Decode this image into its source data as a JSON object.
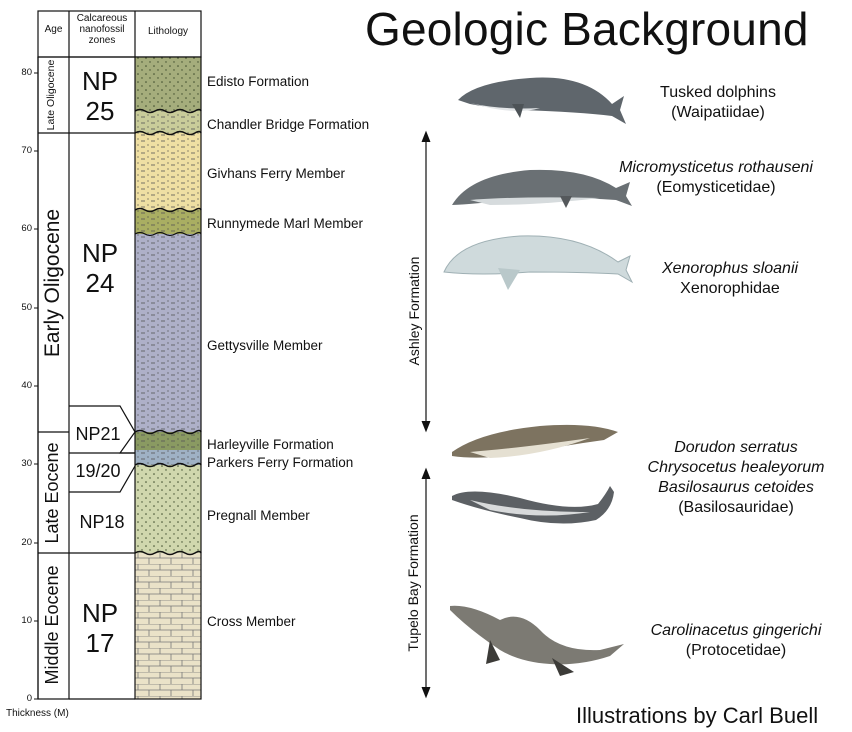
{
  "title": "Geologic Background",
  "credit": "Illustrations by Carl Buell",
  "column_headers": {
    "age": "Age",
    "nanofossil": "Calcareous nanofossil zones",
    "lithology": "Lithology"
  },
  "thickness_axis": {
    "label": "Thickness (M)",
    "ticks": [
      "0",
      "10",
      "20",
      "30",
      "40",
      "50",
      "60",
      "70",
      "80"
    ]
  },
  "ages": [
    {
      "label": "Late Oligocene"
    },
    {
      "label": "Early Oligocene"
    },
    {
      "label": "Late Eocene"
    },
    {
      "label": "Middle Eocene"
    }
  ],
  "nanofossil_zones": [
    {
      "label": "NP 25"
    },
    {
      "label": "NP 24"
    },
    {
      "label": "NP21"
    },
    {
      "label": "19/20"
    },
    {
      "label": "NP18"
    },
    {
      "label": "NP 17"
    }
  ],
  "units": [
    {
      "label": "Edisto Formation"
    },
    {
      "label": "Chandler Bridge Formation"
    },
    {
      "label": "Givhans Ferry Member"
    },
    {
      "label": "Runnymede Marl Member"
    },
    {
      "label": "Gettysville Member"
    },
    {
      "label": "Harleyville Formation"
    },
    {
      "label": "Parkers Ferry Formation"
    },
    {
      "label": "Pregnall Member"
    },
    {
      "label": "Cross Member"
    }
  ],
  "formations": [
    {
      "label": "Ashley Formation"
    },
    {
      "label": "Tupelo Bay Formation"
    }
  ],
  "taxa": [
    {
      "line1": "Tusked dolphins",
      "line2": "(Waipatiidae)",
      "line1_italic": false
    },
    {
      "line1": "Micromysticetus rothauseni",
      "line2": "(Eomysticetidae)",
      "line1_italic": true
    },
    {
      "line1": "Xenorophus sloanii",
      "line2": "Xenorophidae",
      "line1_italic": true
    },
    {
      "line1": "Dorudon serratus",
      "line2": "Chrysocetus healeyorum",
      "line3": "Basilosaurus cetoides",
      "line4": "(Basilosauridae)",
      "line1_italic": true
    },
    {
      "line1": "Carolinacetus gingerichi",
      "line2": "(Protocetidae)",
      "line1_italic": true
    }
  ],
  "colors": {
    "edisto": "#a5ad7c",
    "chandler": "#c9cc9a",
    "givhans": "#efdfa3",
    "runnymede": "#a9ae62",
    "gettysville": "#aeb0c8",
    "harleyville": "#8a9a62",
    "parkers": "#9fb1c4",
    "pregnall": "#d0d7ad",
    "cross": "#eae2c8",
    "whale_dark": "#5f666c",
    "whale_light": "#cfdadc"
  },
  "icons": [
    "tusked-dolphin-illustration",
    "micromysticetus-illustration",
    "xenorophus-illustration",
    "dorudon-illustration",
    "basilosaurus-illustration",
    "carolinacetus-illustration"
  ]
}
